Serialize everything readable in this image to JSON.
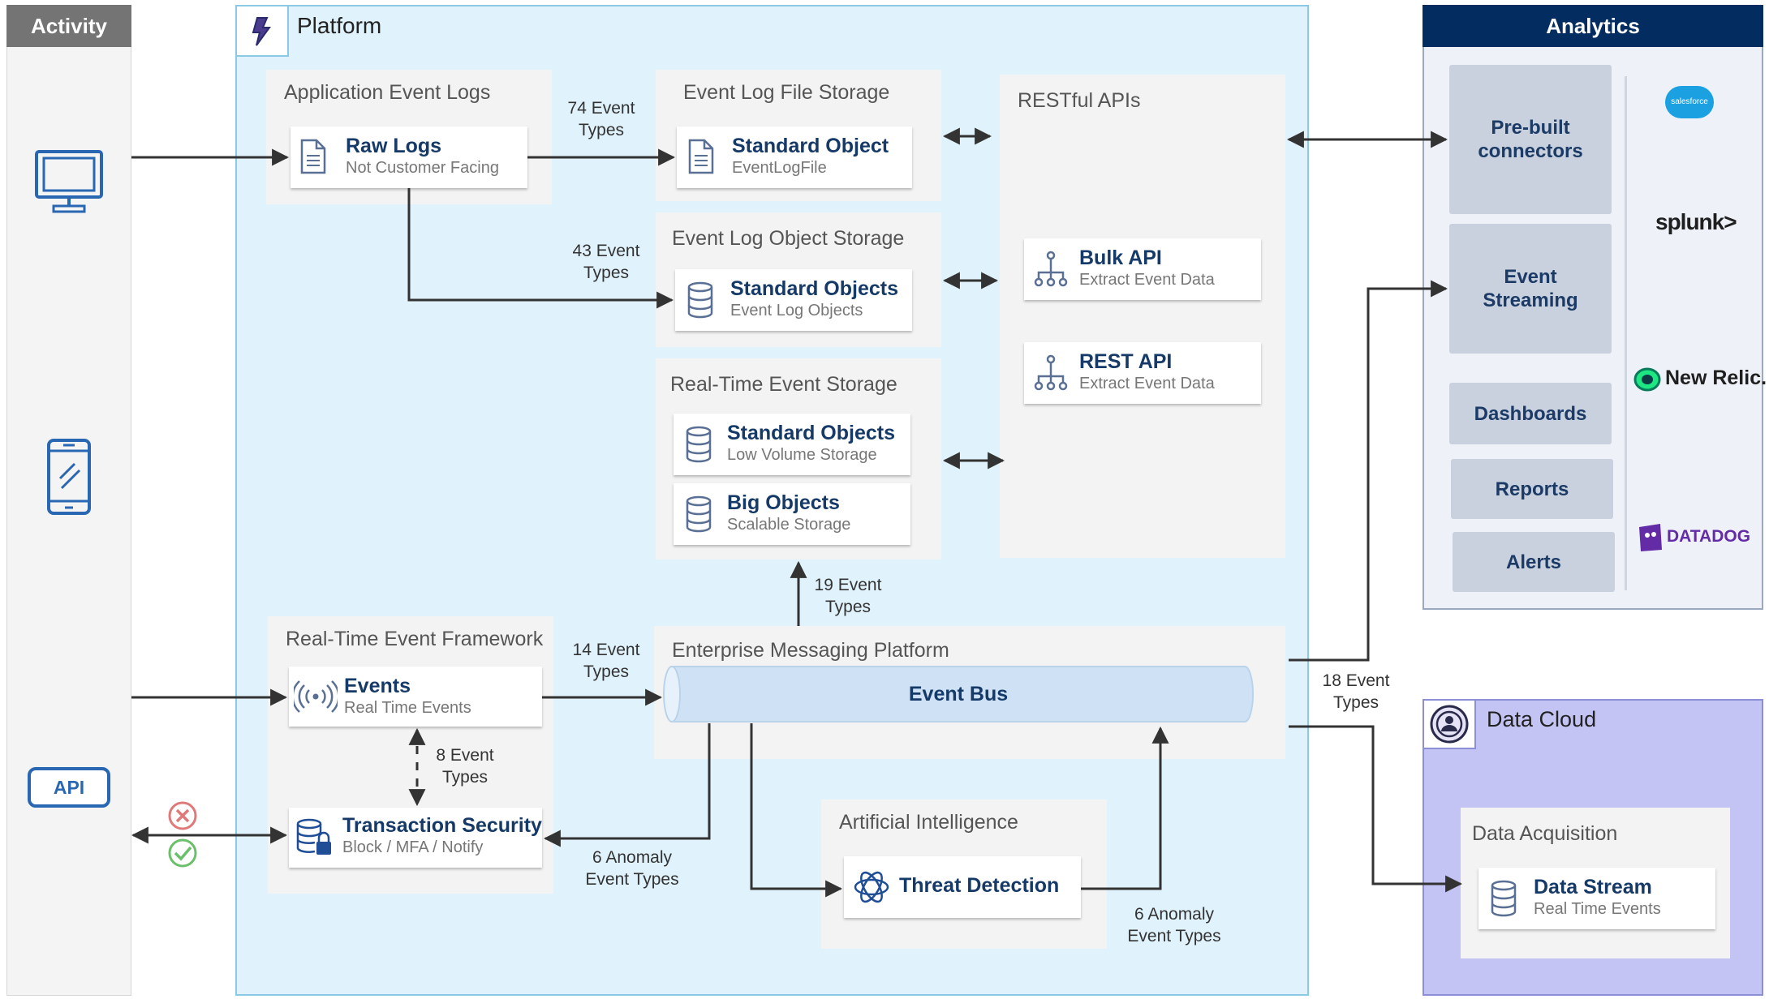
{
  "activity": {
    "title": "Activity",
    "api_label": "API"
  },
  "platform": {
    "title": "Platform",
    "app_event_logs": {
      "title": "Application Event Logs",
      "card_title": "Raw Logs",
      "card_sub": "Not Customer Facing"
    },
    "event_log_file_storage": {
      "title": "Event Log File Storage",
      "card_title": "Standard Object",
      "card_sub": "EventLogFile"
    },
    "event_log_object_storage": {
      "title": "Event Log Object Storage",
      "card_title": "Standard Objects",
      "card_sub": "Event Log Objects"
    },
    "realtime_event_storage": {
      "title": "Real-Time Event Storage",
      "card1_title": "Standard Objects",
      "card1_sub": "Low Volume Storage",
      "card2_title": "Big Objects",
      "card2_sub": "Scalable Storage"
    },
    "restful_apis": {
      "title": "RESTful APIs",
      "bulk_title": "Bulk API",
      "bulk_sub": "Extract Event Data",
      "rest_title": "REST API",
      "rest_sub": "Extract Event Data"
    },
    "realtime_framework": {
      "title": "Real-Time Event Framework",
      "events_title": "Events",
      "events_sub": "Real Time Events",
      "txn_title": "Transaction Security",
      "txn_sub": "Block / MFA / Notify"
    },
    "messaging": {
      "title": "Enterprise Messaging Platform",
      "bus_label": "Event Bus"
    },
    "ai": {
      "title": "Artificial Intelligence",
      "card_title": "Threat Detection"
    },
    "labels": {
      "l74": [
        "74 Event",
        "Types"
      ],
      "l43": [
        "43 Event",
        "Types"
      ],
      "l19": [
        "19 Event",
        "Types"
      ],
      "l14": [
        "14 Event",
        "Types"
      ],
      "l8": [
        "8 Event",
        "Types"
      ],
      "l6a": [
        "6 Anomaly",
        "Event Types"
      ],
      "l6b": [
        "6 Anomaly",
        "Event Types"
      ],
      "l18": [
        "18 Event",
        "Types"
      ]
    }
  },
  "analytics": {
    "title": "Analytics",
    "tiles": [
      "Pre-built connectors",
      "Event Streaming",
      "Dashboards",
      "Reports",
      "Alerts"
    ],
    "vendors": {
      "salesforce": "salesforce",
      "splunk": "splunk>",
      "newrelic": "New Relic.",
      "datadog": "DATADOG"
    }
  },
  "data_cloud": {
    "title": "Data Cloud",
    "acq_title": "Data Acquisition",
    "card_title": "Data Stream",
    "card_sub": "Real Time Events"
  },
  "colors": {
    "platform_bg": "#e0f2fb",
    "analytics_head": "#032d60",
    "data_cloud_bg": "#c3c4f4",
    "title_blue": "#163a67",
    "event_bus": "#cfe2f5"
  }
}
